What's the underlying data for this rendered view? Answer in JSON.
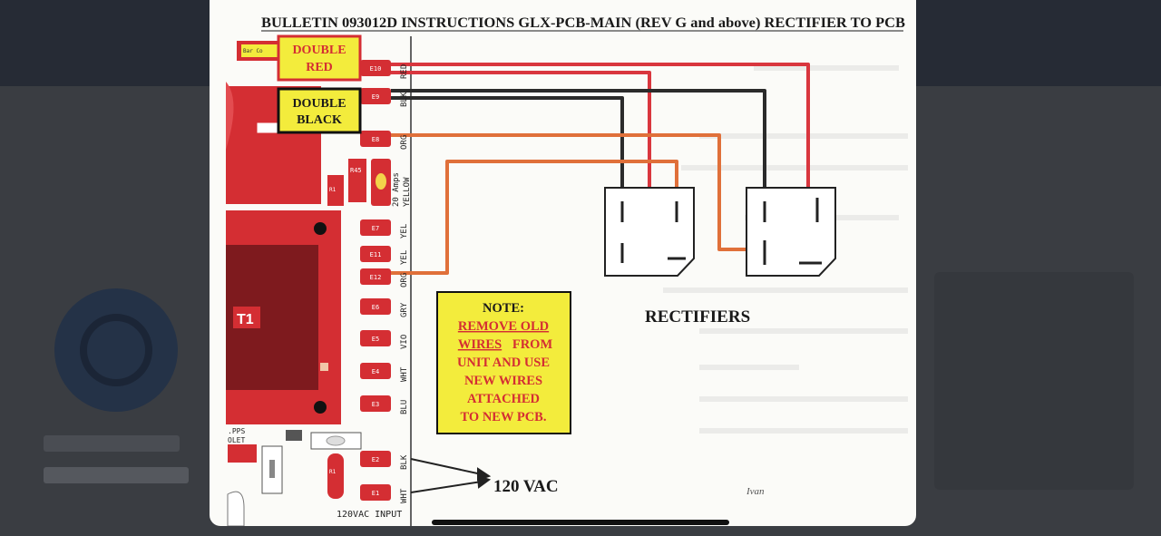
{
  "photo": {
    "bulletin_title": "BULLETIN 093012D INSTRUCTIONS  GLX-PCB-MAIN (REV G and above) RECTIFIER TO PCB",
    "double_red": [
      "DOUBLE",
      "RED"
    ],
    "double_black": [
      "DOUBLE",
      "BLACK"
    ],
    "rectifiers_label": "RECTIFIERS",
    "note_heading": "NOTE:",
    "note_underlined": [
      "REMOVE OLD",
      "WIRES"
    ],
    "note_rest": [
      "FROM",
      "UNIT AND USE",
      "NEW WIRES",
      "ATTACHED",
      "TO NEW PCB."
    ],
    "vac_label": "120 VAC",
    "input_label": "120VAC INPUT",
    "transformer_label": "T1",
    "amps_label": "20 Amps",
    "yellow_label": "YELLOW",
    "connector_labels": [
      "RED",
      "BLK",
      "ORG",
      "YEL",
      "YEL",
      "ORG",
      "GRY",
      "VIO",
      "WHT",
      "BLU",
      "BLK",
      "WHT"
    ],
    "connector_ids": [
      "E10",
      "E9",
      "E8",
      "E7",
      "E11",
      "E12",
      "E6",
      "E5",
      "E4",
      "E3",
      "E2",
      "E1"
    ],
    "small_labels": [
      "R45",
      "R1",
      "Bar Co",
      "R1"
    ],
    "corner_labels": [
      ".PPS",
      "OLET"
    ],
    "signature": "Ivan"
  },
  "colors": {
    "wire_red": "#d9363e",
    "wire_black": "#2b2b2b",
    "wire_orange": "#e0703a",
    "pcb_red": "#d42e33",
    "note_yellow": "#f3ec3c"
  }
}
